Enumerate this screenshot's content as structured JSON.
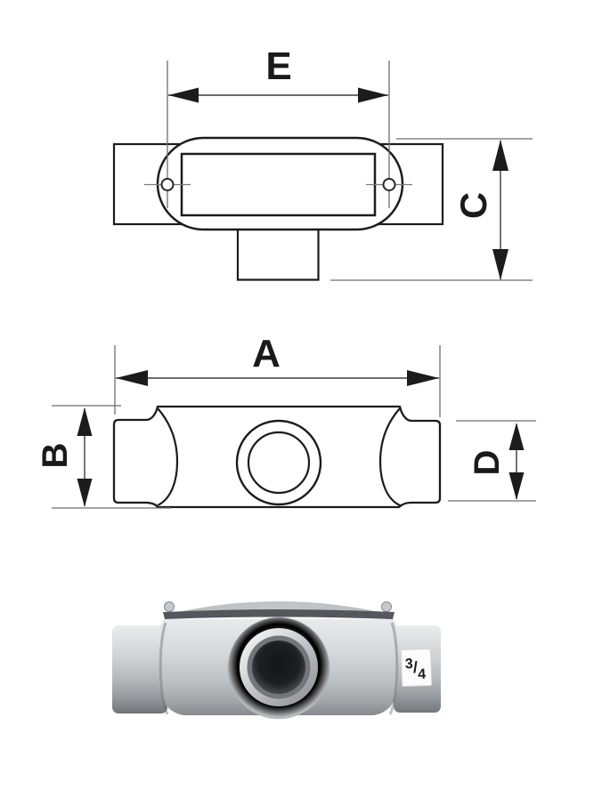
{
  "colors": {
    "background": "#ffffff",
    "outline": "#1c1c1c",
    "thin_line": "#6e6e6e",
    "label": "#1a1a1a",
    "metal_light": "#e9ebec",
    "metal_dark": "#6d7175",
    "cover_lip": "#54575b",
    "hole_dark": "#17181a",
    "sticker_bg": "#fcfcfd",
    "sticker_text": "#8f9398"
  },
  "front_view": {
    "width_dim": {
      "label": "E"
    },
    "height_dim": {
      "label": "C"
    }
  },
  "top_view": {
    "length_dim": {
      "label": "A"
    },
    "body_width_dim": {
      "label": "B"
    },
    "hub_width_dim": {
      "label": "D"
    }
  },
  "photo": {
    "trade_size": {
      "label": "3/4",
      "numerator": "3",
      "slash": "/",
      "denominator": "4"
    }
  }
}
